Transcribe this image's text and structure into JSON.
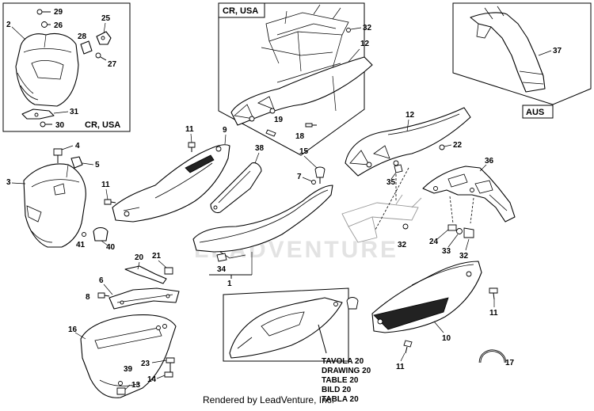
{
  "diagram": {
    "watermark": "LEADVENTURE",
    "footer": "Rendered by LeadVenture, Inc.",
    "boxes": {
      "headlight": "CR, USA",
      "subframe": "CR, USA",
      "aus": "AUS"
    },
    "note_lines": [
      "TAVOLA 20",
      "DRAWING 20",
      "TABLE 20",
      "BILD 20",
      "TABLA 20"
    ],
    "callouts": {
      "c29": "29",
      "c26": "26",
      "c25": "25",
      "c2": "2",
      "c28": "28",
      "c27": "27",
      "c31": "31",
      "c30": "30",
      "c32a": "32",
      "c12a": "12",
      "c19": "19",
      "c18": "18",
      "c37": "37",
      "c12b": "12",
      "c22": "22",
      "c36": "36",
      "c35": "35",
      "c32b": "32",
      "c24": "24",
      "c33": "33",
      "c32c": "32",
      "c4": "4",
      "c5": "5",
      "c3": "3",
      "c11a": "11",
      "c41": "41",
      "c40": "40",
      "c11b": "11",
      "c9": "9",
      "c38": "38",
      "c15": "15",
      "c7": "7",
      "c34": "34",
      "c1": "1",
      "c20": "20",
      "c21": "21",
      "c6": "6",
      "c8": "8",
      "c16": "16",
      "c23": "23",
      "c39": "39",
      "c13": "13",
      "c14": "14",
      "c11c": "11",
      "c11d": "11",
      "c10": "10",
      "c17": "17"
    }
  }
}
